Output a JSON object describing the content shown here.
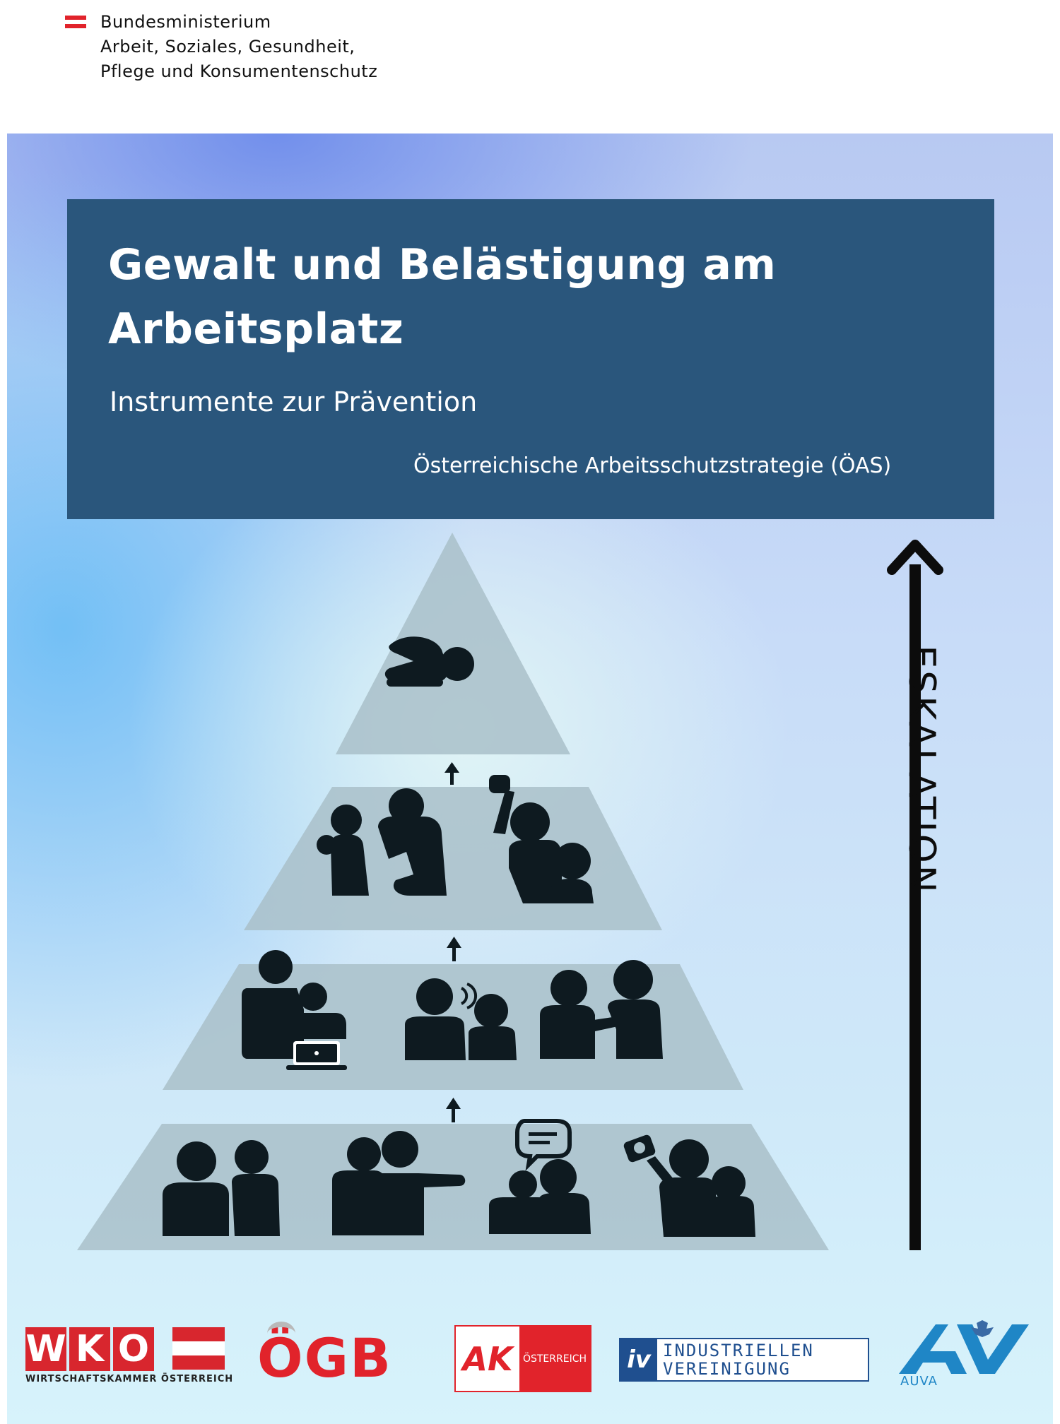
{
  "ministry": {
    "lines": [
      "Bundesministerium",
      "Arbeit, Soziales, Gesundheit,",
      "Pflege und Konsumentenschutz"
    ],
    "flag_colors": [
      "#e1232b",
      "#ffffff",
      "#e1232b"
    ]
  },
  "cover": {
    "title": "Gewalt und Belästigung am Arbeitsplatz",
    "subtitle": "Instrumente zur Prävention",
    "strategy": "Österreichische Arbeitsschutzstrategie (ÖAS)",
    "box_color": "#2a567c"
  },
  "pyramid": {
    "levels": [
      {
        "icons": [
          "crouching-person-icon"
        ]
      },
      {
        "icons": [
          "restraining-person-icon",
          "raised-fist-icon"
        ]
      },
      {
        "icons": [
          "person-watching-laptop-icon",
          "shouting-person-icon",
          "pushing-person-icon"
        ]
      },
      {
        "icons": [
          "two-people-icon",
          "pointing-person-icon",
          "gossip-speech-bubble-icon",
          "person-photographing-icon"
        ]
      }
    ],
    "escalation_label": "ESKALATION"
  },
  "logos": {
    "wko": {
      "letters": [
        "W",
        "K",
        "O"
      ],
      "subline": "WIRTSCHAFTSKAMMER ÖSTERREICH"
    },
    "ogb": {
      "text": "ÖGB"
    },
    "ak": {
      "mark": "AK",
      "text": "ÖSTERREICH"
    },
    "iv": {
      "mark": "iv",
      "line1": "INDUSTRIELLEN",
      "line2": "VEREINIGUNG"
    },
    "auva": {
      "text": "AUVA"
    }
  }
}
